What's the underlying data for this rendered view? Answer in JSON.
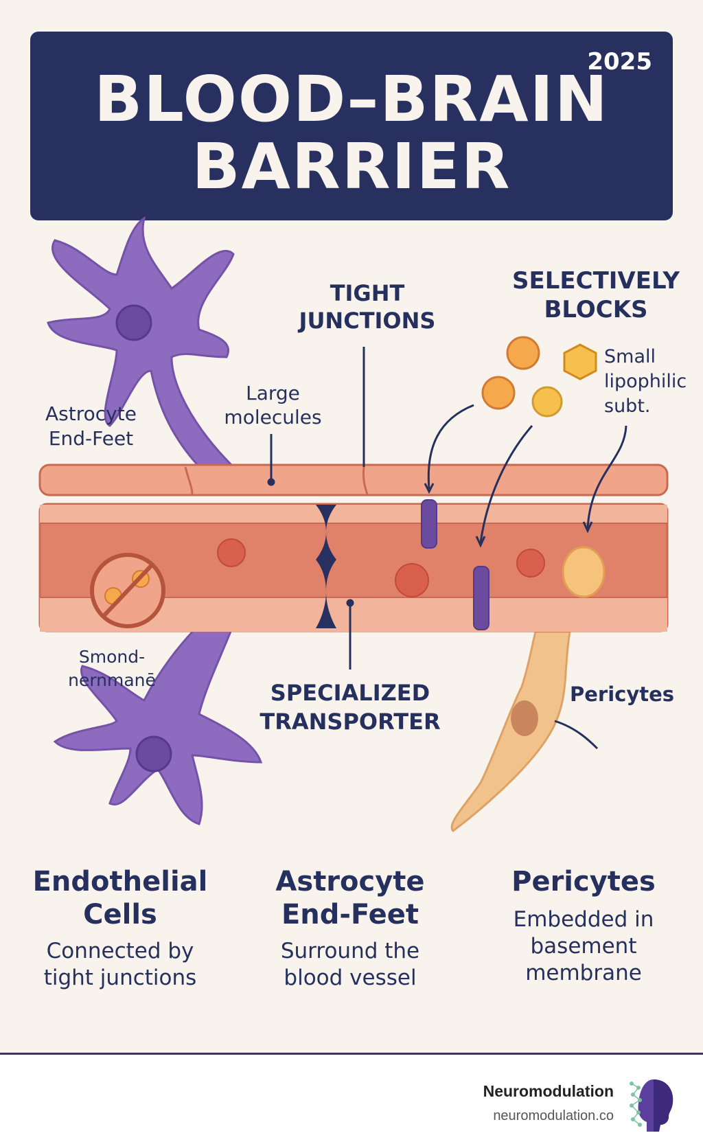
{
  "header": {
    "year": "2025",
    "title_line1": "BLOOD–BRAIN",
    "title_line2": "BARRIER"
  },
  "labels": {
    "tight_junctions": [
      "TIGHT",
      "JUNCTIONS"
    ],
    "selectively_blocks": [
      "SELECTIVELY",
      "BLOCKS"
    ],
    "small_lipophilic": [
      "Small",
      "lipophilic",
      "subt."
    ],
    "large_molecules": [
      "Large",
      "molecules"
    ],
    "astrocyte_end_feet": [
      "Astrocyte",
      "End-Feet"
    ],
    "smond_nermane": [
      "Smond-",
      "nernmanē"
    ],
    "specialized_transporter": [
      "SPECIALIZED",
      "TRANSPORTER"
    ],
    "pericytes": "Pericytes"
  },
  "columns": [
    {
      "title": [
        "Endothelial",
        "Cells"
      ],
      "desc": [
        "Connected by",
        "tight junctions"
      ]
    },
    {
      "title": [
        "Astrocyte",
        "End-Feet"
      ],
      "desc": [
        "Surround the",
        "blood vessel"
      ]
    },
    {
      "title": [
        "Pericytes"
      ],
      "desc": [
        "Embedded in",
        "basement",
        "membrane"
      ]
    }
  ],
  "footer": {
    "brand": "Neuromodulation",
    "url": "neuromodulation.co"
  },
  "colors": {
    "header_bg": "#27305e",
    "background": "#f8f3ec",
    "astrocyte": "#8d6bbf",
    "vessel": "#e0826a",
    "pericyte": "#f2c28d",
    "molecule": "#f5a84c"
  }
}
